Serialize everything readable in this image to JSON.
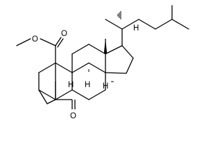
{
  "structure": {
    "atoms": {
      "ester_O_single": "O",
      "ester_O_double": "O",
      "ketone_O": "O",
      "H_c8": "H",
      "H_c9": "H",
      "H_c14": "H",
      "H_c17": "H"
    }
  }
}
